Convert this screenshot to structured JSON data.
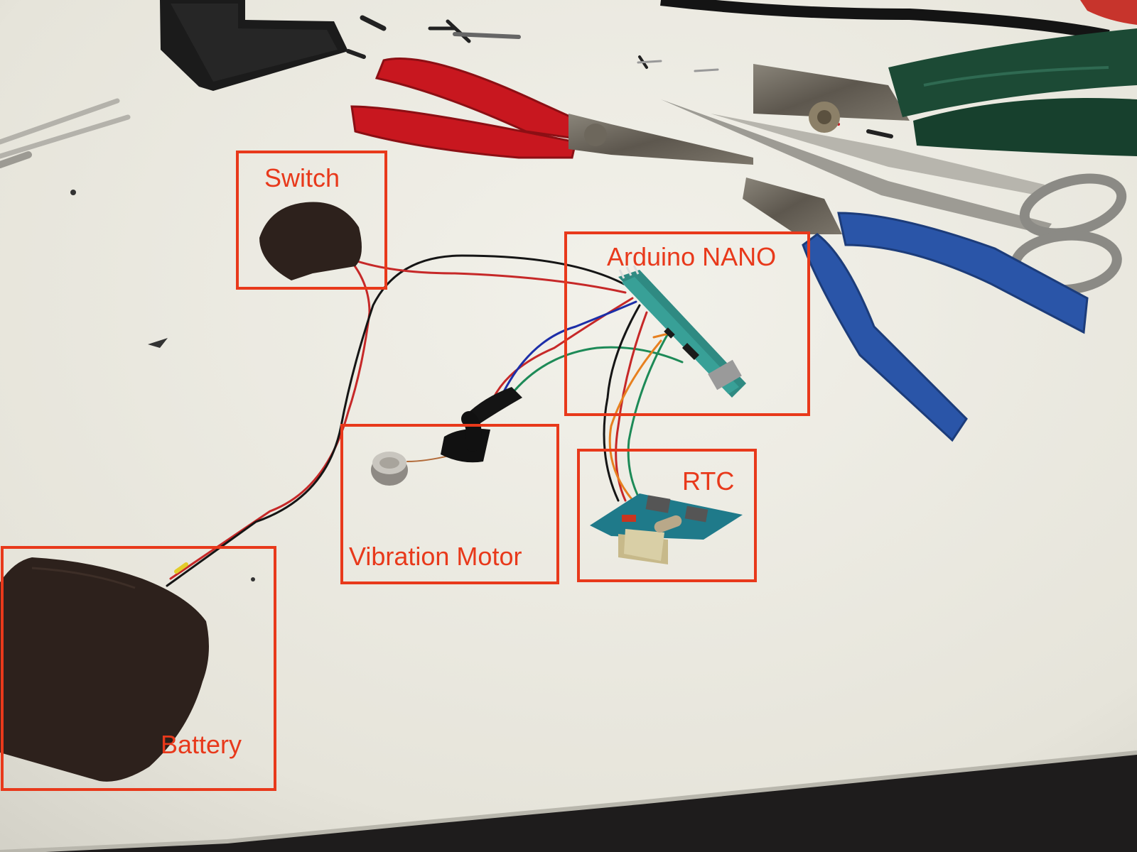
{
  "labels": {
    "switch": "Switch",
    "arduino": "Arduino NANO",
    "vibration_motor": "Vibration Motor",
    "rtc": "RTC",
    "battery": "Battery"
  },
  "colors": {
    "annotation": "#e8391b",
    "table": "#ecebe3",
    "floor": "#1e1c1c",
    "felt": "#2d211c",
    "red_plier_handle": "#c8171f",
    "blue_plier_handle": "#2a55a8",
    "green_plier_handle": "#1c4a35",
    "pcb_rtc": "#1f7a8a",
    "pcb_nano": "#2f8a82"
  }
}
